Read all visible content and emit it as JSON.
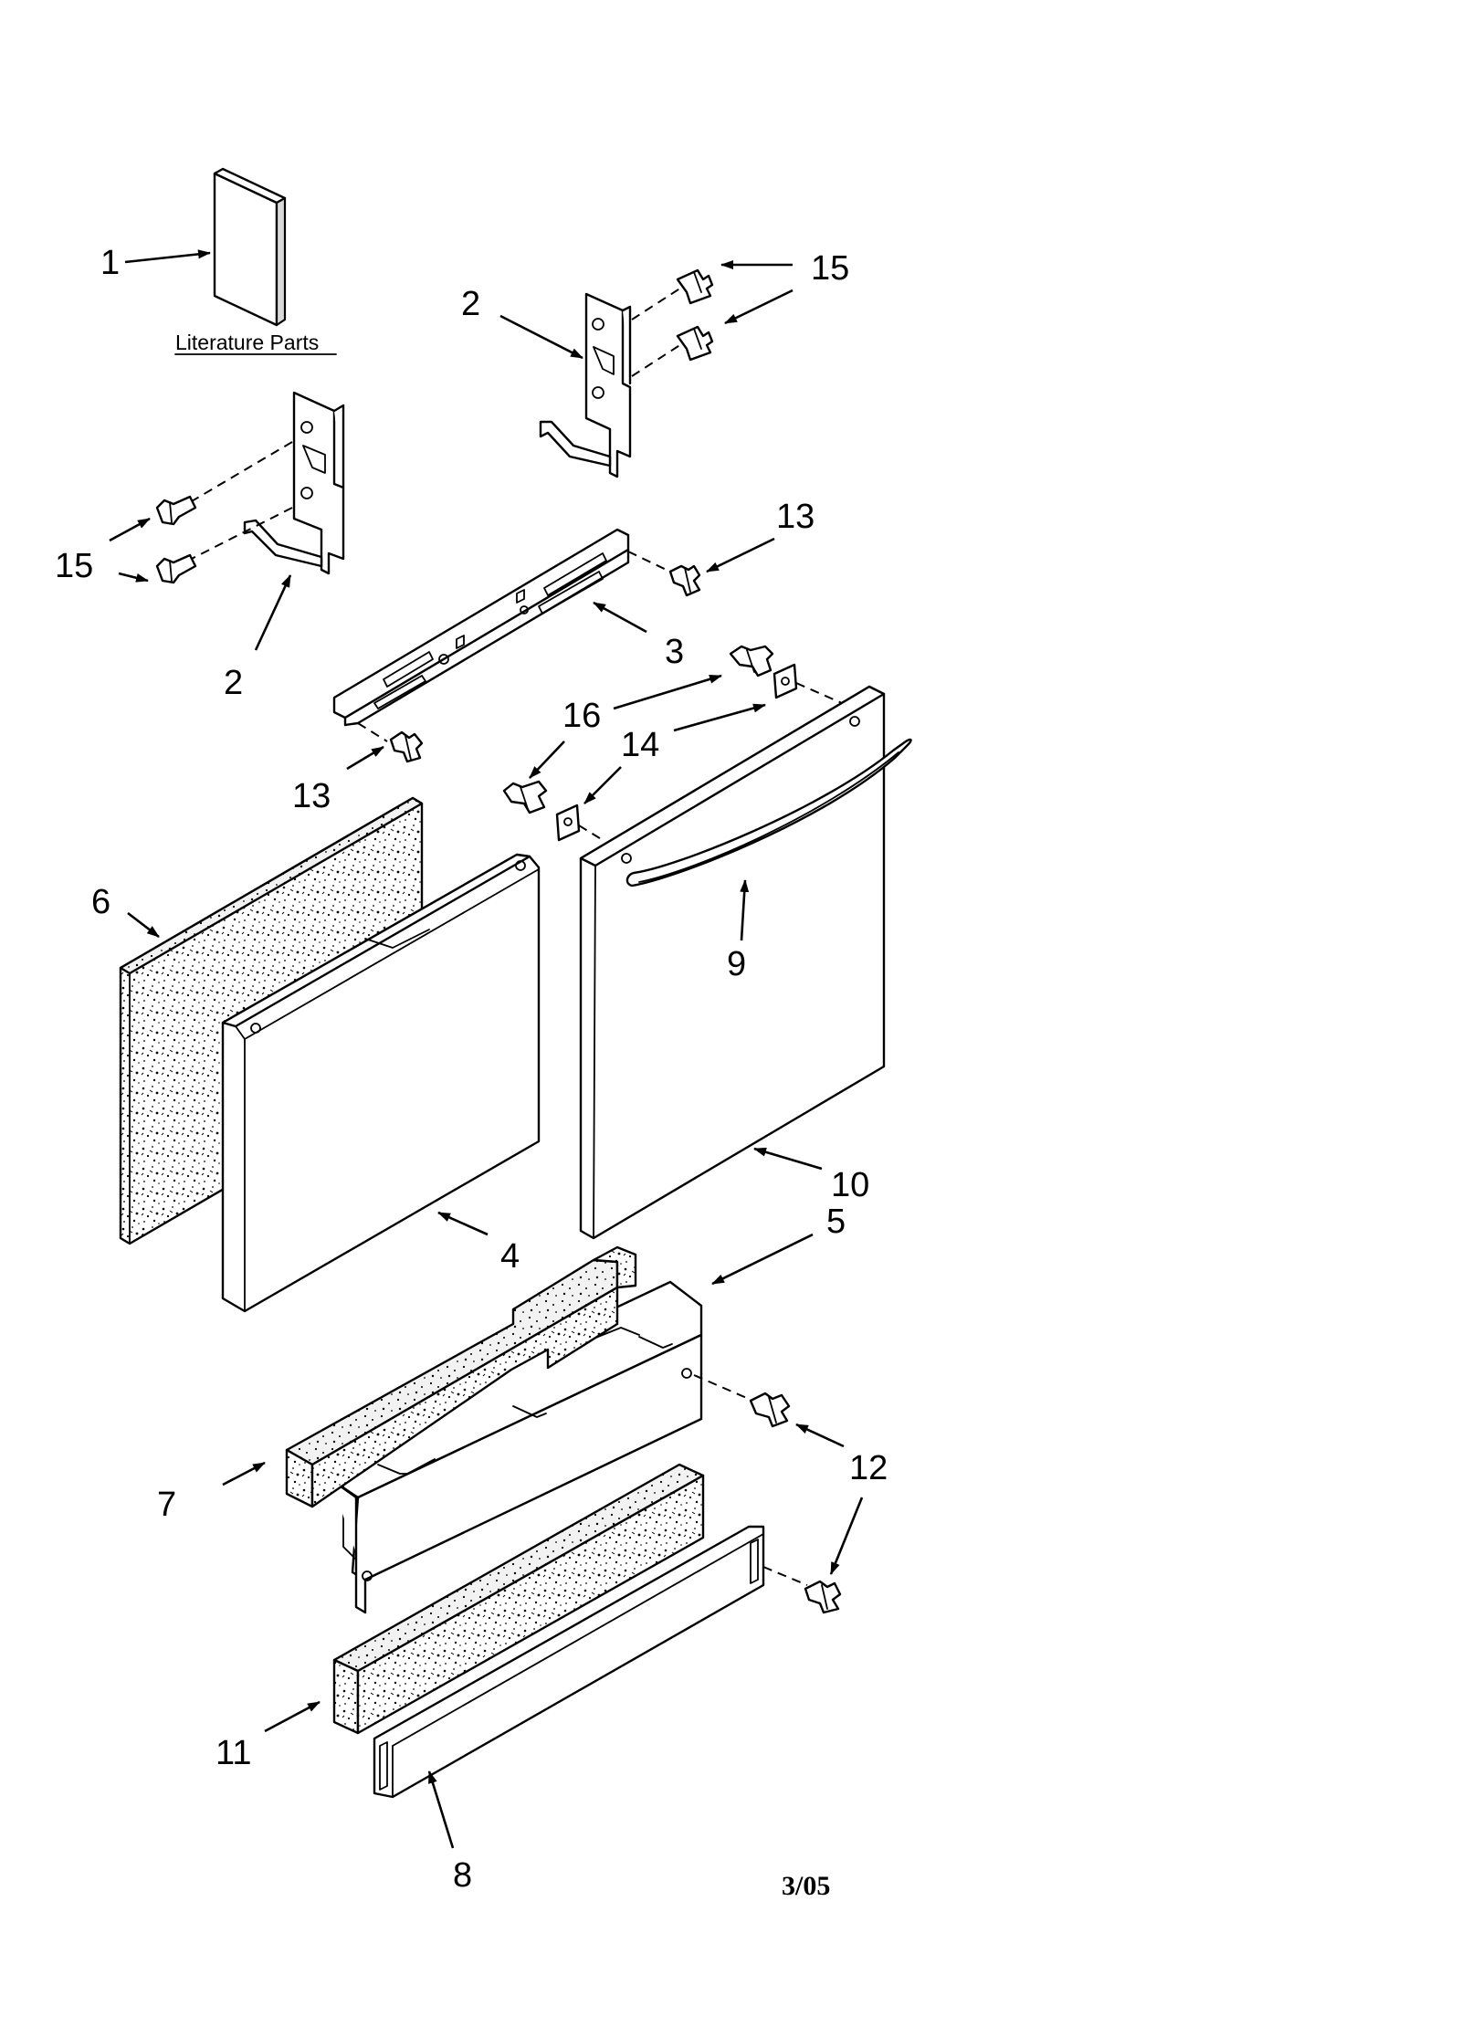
{
  "literature_label": "Literature Parts",
  "date_code": "3/05",
  "callouts": {
    "c1": "1",
    "c2a": "2",
    "c2b": "2",
    "c3": "3",
    "c4": "4",
    "c5": "5",
    "c6": "6",
    "c7": "7",
    "c8": "8",
    "c9": "9",
    "c10": "10",
    "c11": "11",
    "c12": "12",
    "c13a": "13",
    "c13b": "13",
    "c14": "14",
    "c15a": "15",
    "c15b": "15",
    "c16": "16"
  }
}
